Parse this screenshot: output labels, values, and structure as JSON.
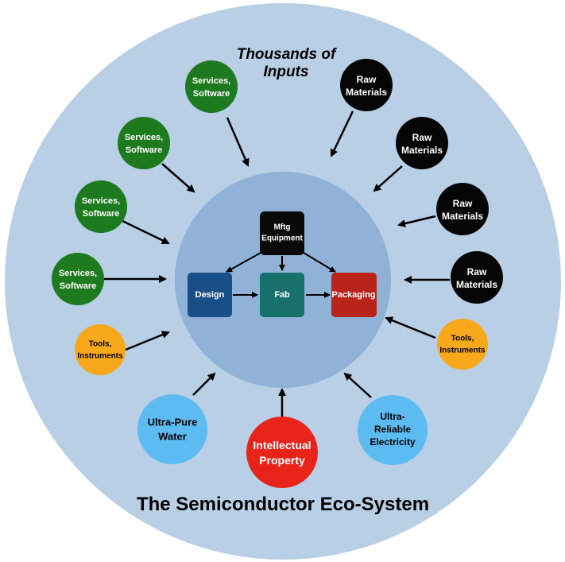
{
  "title": "The Semiconductor Eco-System",
  "subtitle": [
    "Thousands of",
    "Inputs"
  ],
  "colors": {
    "outer_ring": "#b8cfe6",
    "inner_circle": "#8fb2d6",
    "services": "#1e7a1e",
    "raw_materials": "#050505",
    "tools": "#f7a81b",
    "water": "#5cbcf2",
    "ip": "#e8241a",
    "electricity": "#5cbcf2",
    "design": "#174f86",
    "fab": "#17706b",
    "packaging": "#b8231a",
    "mftg": "#0a0a0a"
  },
  "inputs": {
    "services_1": [
      "Services,",
      "Software"
    ],
    "services_2": [
      "Services,",
      "Software"
    ],
    "services_3": [
      "Services,",
      "Software"
    ],
    "services_4": [
      "Services,",
      "Software"
    ],
    "raw_1": [
      "Raw",
      "Materials"
    ],
    "raw_2": [
      "Raw",
      "Materials"
    ],
    "raw_3": [
      "Raw",
      "Materials"
    ],
    "raw_4": [
      "Raw",
      "Materials"
    ],
    "tools_left": [
      "Tools,",
      "Instruments"
    ],
    "tools_right": [
      "Tools,",
      "Instruments"
    ],
    "water": [
      "Ultra-Pure",
      "Water"
    ],
    "ip": [
      "Intellectual",
      "Property"
    ],
    "electricity": [
      "Ultra-",
      "Reliable",
      "Electricity"
    ]
  },
  "core": {
    "mftg": [
      "Mftg",
      "Equipment"
    ],
    "design": "Design",
    "fab": "Fab",
    "packaging": "Packaging"
  }
}
